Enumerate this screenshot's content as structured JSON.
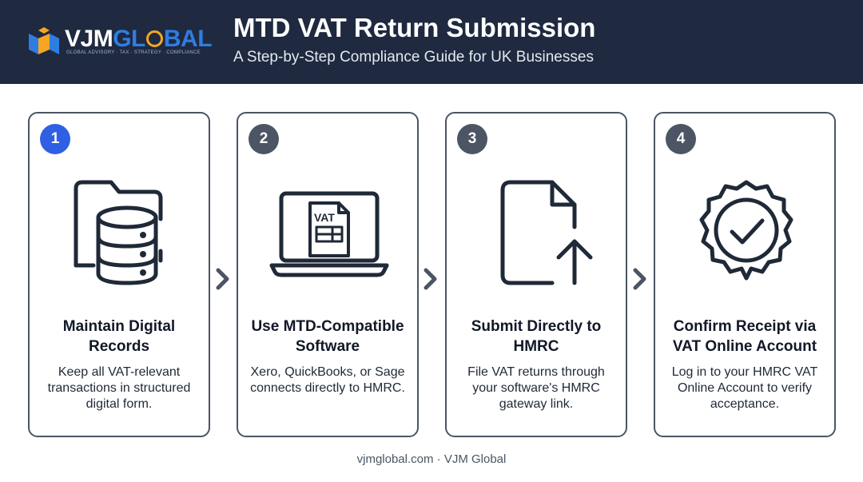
{
  "header": {
    "logo": {
      "word_part1": "VJM",
      "word_part2": "GL",
      "word_part3": "BAL",
      "tagline": "GLOBAL ADVISORY · TAX · STRATEGY · COMPLIANCE"
    },
    "title": "MTD VAT Return Submission",
    "subtitle": "A Step-by-Step Compliance Guide for UK Businesses"
  },
  "steps": [
    {
      "number": "1",
      "title": "Maintain Digital Records",
      "description": "Keep all VAT-relevant transactions in structured digital form.",
      "icon": "database-folder-icon"
    },
    {
      "number": "2",
      "title": "Use MTD-Compatible Software",
      "description": "Xero, QuickBooks, or Sage connects directly to HMRC.",
      "icon": "laptop-vat-icon",
      "icon_label": "VAT"
    },
    {
      "number": "3",
      "title": "Submit Directly to HMRC",
      "description": "File VAT returns through your software's HMRC gateway link.",
      "icon": "document-upload-icon"
    },
    {
      "number": "4",
      "title": "Confirm Receipt via VAT Online Account",
      "description": "Log in to your HMRC VAT Online Account to verify acceptance.",
      "icon": "verified-badge-icon"
    }
  ],
  "footer": {
    "text": "vjmglobal.com · VJM Global"
  },
  "colors": {
    "header_bg": "#1f2940",
    "accent_blue": "#2f5fe3",
    "step_gray": "#4b5563",
    "logo_blue": "#2f7de1",
    "logo_orange": "#f5a623"
  }
}
